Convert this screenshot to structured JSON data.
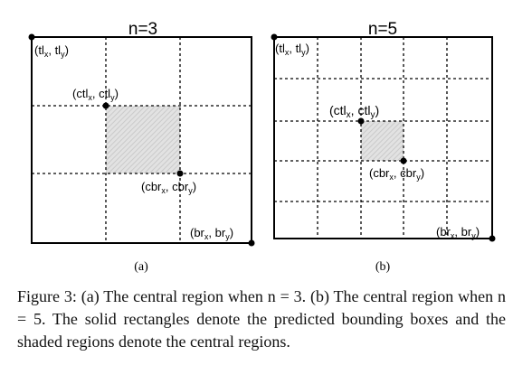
{
  "figure": {
    "panel_a": {
      "title": "n=3",
      "n": 3,
      "shaded_cells": {
        "rows": [
          1
        ],
        "cols": [
          1
        ]
      },
      "labels": {
        "top_left": "(tl",
        "top_left_x": "x",
        "top_left_mid": ", tl",
        "top_left_y": "y",
        "top_left_end": ")",
        "ctl": "(ctl",
        "ctl_x": "x",
        "ctl_mid": ", ctl",
        "ctl_y": "y",
        "ctl_end": ")",
        "cbr": "(cbr",
        "cbr_x": "x",
        "cbr_mid": ", cbr",
        "cbr_y": "y",
        "cbr_end": ")",
        "bottom_right": "(br",
        "bottom_right_x": "x",
        "bottom_right_mid": ", br",
        "bottom_right_y": "y",
        "bottom_right_end": ")"
      },
      "sublabel": "(a)"
    },
    "panel_b": {
      "title": "n=5",
      "n": 5,
      "shaded_cells": {
        "rows": [
          2
        ],
        "cols": [
          2
        ]
      },
      "labels": {
        "top_left": "(tl",
        "top_left_x": "x",
        "top_left_mid": ", tl",
        "top_left_y": "y",
        "top_left_end": ")",
        "ctl": "(ctl",
        "ctl_x": "x",
        "ctl_mid": ", ctl",
        "ctl_y": "y",
        "ctl_end": ")",
        "cbr": "(cbr",
        "cbr_x": "x",
        "cbr_mid": ", cbr",
        "cbr_y": "y",
        "cbr_end": ")",
        "bottom_right": "(br",
        "bottom_right_x": "x",
        "bottom_right_mid": ", br",
        "bottom_right_y": "y",
        "bottom_right_end": ")"
      },
      "sublabel": "(b)"
    },
    "caption": "Figure 3: (a) The central region when n = 3. (b) The central region when n = 5. The solid rectangles denote the predicted bounding boxes and the shaded regions denote the central regions."
  },
  "colors": {
    "line": "#000000",
    "shade": "#d9d9d9",
    "hatch": "#bdbdbd"
  }
}
